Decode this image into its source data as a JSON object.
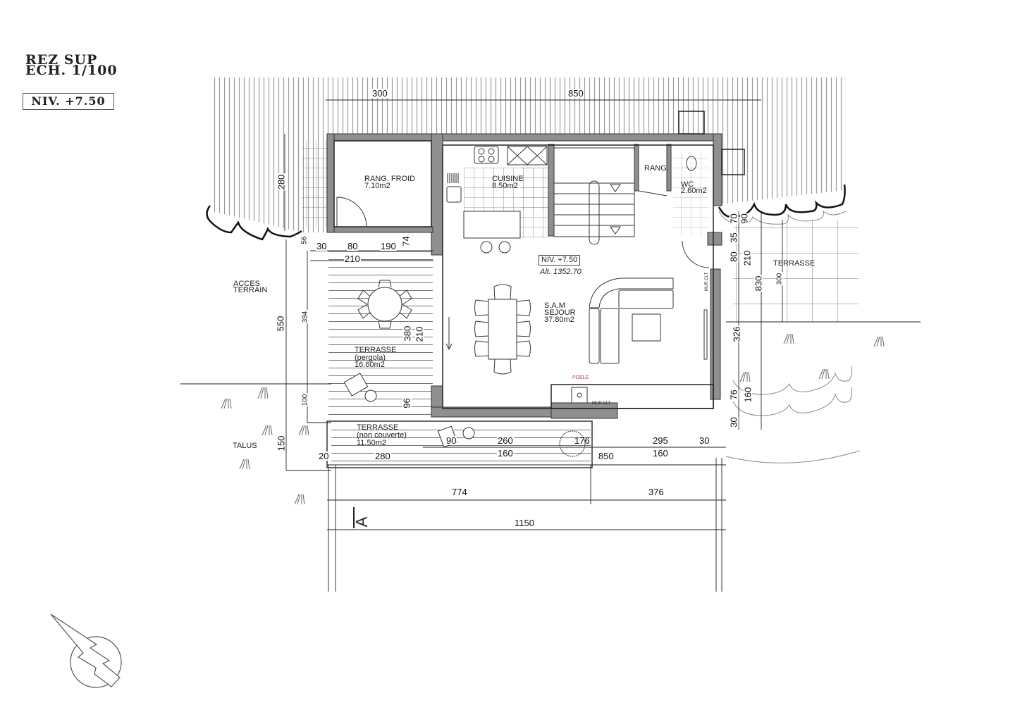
{
  "header": {
    "title_line1": "REZ SUP",
    "title_line2": "ECH. 1/100",
    "level_badge": "NIV. +7.50"
  },
  "rooms": {
    "rang_froid": {
      "name": "RANG. FROID",
      "area": "7.10m2"
    },
    "cuisine": {
      "name": "CUISINE",
      "area": "8.50m2"
    },
    "rang": {
      "name": "RANG."
    },
    "wc": {
      "name": "WC",
      "area": "2.60m2"
    },
    "sejour": {
      "name_line1": "S.A.M",
      "name_line2": "SEJOUR",
      "area": "37.80m2"
    },
    "terrasse_pergola": {
      "name": "TERRASSE",
      "sub": "(pergola)",
      "area": "16.60m2"
    },
    "terrasse_non_couverte": {
      "name": "TERRASSE",
      "sub": "(non couverte)",
      "area": "11.50m2"
    },
    "terrasse_est": {
      "name": "TERRASSE"
    }
  },
  "annotations": {
    "interior_level": "NIV. +7.50",
    "altitude": "Alt. 1352.70",
    "poele": "POELE",
    "mur_clt_1": "MUR CLT",
    "mur_clt_2": "MUR CLT",
    "acces_line1": "ACCES",
    "acces_line2": "TERRAIN",
    "talus": "TALUS",
    "section_marker": "A"
  },
  "dimensions": {
    "top_300": "300",
    "top_850": "850",
    "left_280": "280",
    "d56": "56",
    "d30a": "30",
    "d80": "80",
    "d190": "190",
    "d74": "74",
    "d210a": "210",
    "left_550": "550",
    "left_394": "394",
    "d380": "380",
    "d210b": "210",
    "d100": "100",
    "d96": "96",
    "left_150": "150",
    "d20": "20",
    "d280": "280",
    "d90": "90",
    "d260": "260",
    "d160a": "160",
    "d176": "176",
    "d850b": "850",
    "d295": "295",
    "d160b": "160",
    "d30b": "30",
    "r70": "70",
    "r90": "90",
    "r35": "35",
    "r80": "80",
    "r210": "210",
    "r830": "830",
    "r300": "300",
    "r326": "326",
    "r76": "76",
    "r160": "160",
    "r30": "30",
    "bottom_774": "774",
    "bottom_376": "376",
    "bottom_1150": "1150"
  },
  "colors": {
    "wall": "#8f8f8f",
    "line": "#222222",
    "hatch": "#9a9a9a",
    "poele": "#b0306a"
  }
}
